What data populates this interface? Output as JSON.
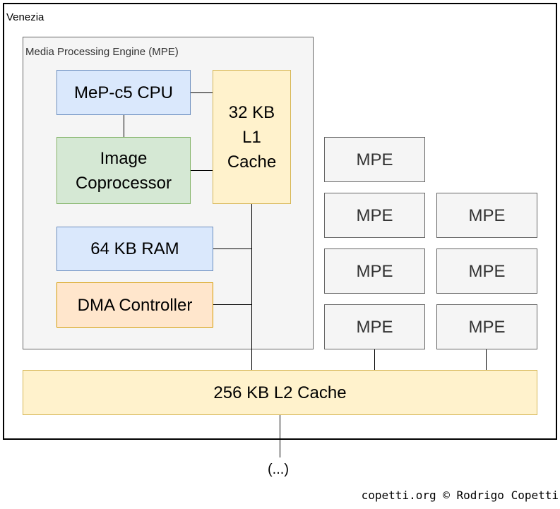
{
  "diagram": {
    "outer_label": "Venezia",
    "mpe_detail_label": "Media Processing Engine (MPE)",
    "cpu": "MeP-c5 CPU",
    "coprocessor": "Image Coprocessor",
    "l1_cache_lines": [
      "32 KB",
      "L1",
      "Cache"
    ],
    "ram": "64 KB RAM",
    "dma": "DMA Controller",
    "mpe_units": [
      "MPE",
      "MPE",
      "MPE",
      "MPE",
      "MPE",
      "MPE",
      "MPE"
    ],
    "l2_cache": "256 KB L2 Cache",
    "continuation": "(...)",
    "footer": "copetti.org © Rodrigo Copetti"
  },
  "colors": {
    "blue_fill": "#dae8fc",
    "green_fill": "#d5e8d4",
    "yellow_fill": "#fff2cc",
    "orange_fill": "#ffe6cc",
    "grey_fill": "#f5f5f5"
  }
}
